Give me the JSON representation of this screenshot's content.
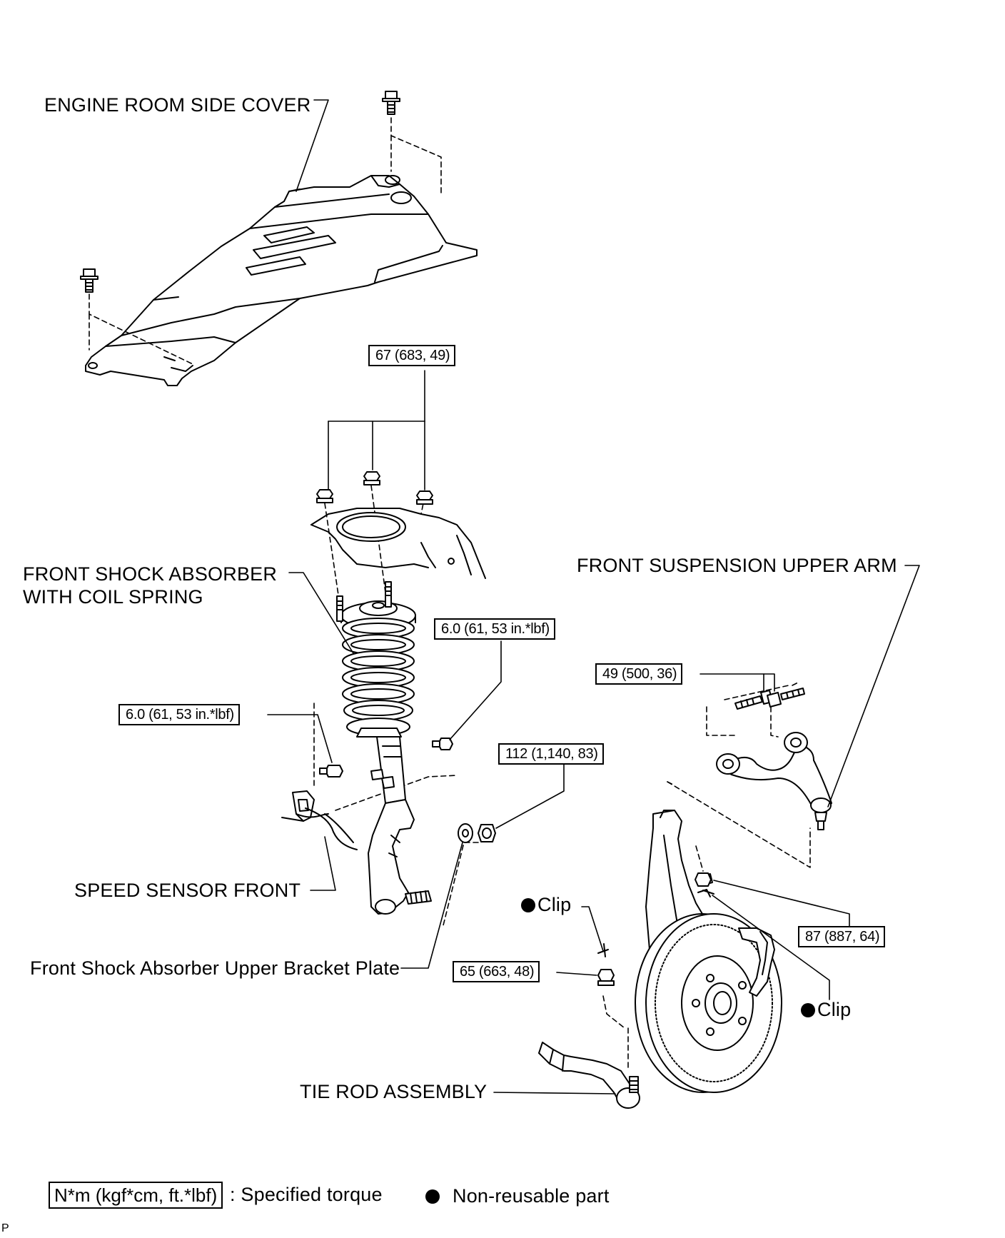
{
  "labels": {
    "engine_room_side_cover": "ENGINE ROOM SIDE COVER",
    "front_shock_absorber": "FRONT SHOCK ABSORBER WITH COIL SPRING",
    "front_suspension_upper_arm": "FRONT SUSPENSION UPPER ARM",
    "speed_sensor_front": "SPEED SENSOR FRONT",
    "upper_bracket_plate": "Front Shock Absorber Upper Bracket Plate",
    "tie_rod_assembly": "TIE ROD ASSEMBLY",
    "clip_1": "Clip",
    "clip_2": "Clip"
  },
  "torques": {
    "strut_nuts": "67 (683, 49)",
    "sensor_bracket_bolt": "6.0 (61, 53 in.*lbf)",
    "sensor_bolt": "6.0 (61, 53 in.*lbf)",
    "upper_arm_bolts": "49 (500, 36)",
    "bracket_nut": "112 (1,140, 83)",
    "upper_arm_nut": "87 (887, 64)",
    "tie_rod_nut": "65 (663, 48)"
  },
  "legend": {
    "torque_unit": "N*m (kgf*cm, ft.*lbf)",
    "torque_text": ": Specified torque",
    "non_reusable_text": "Non-reusable part"
  },
  "corner_mark": "P"
}
